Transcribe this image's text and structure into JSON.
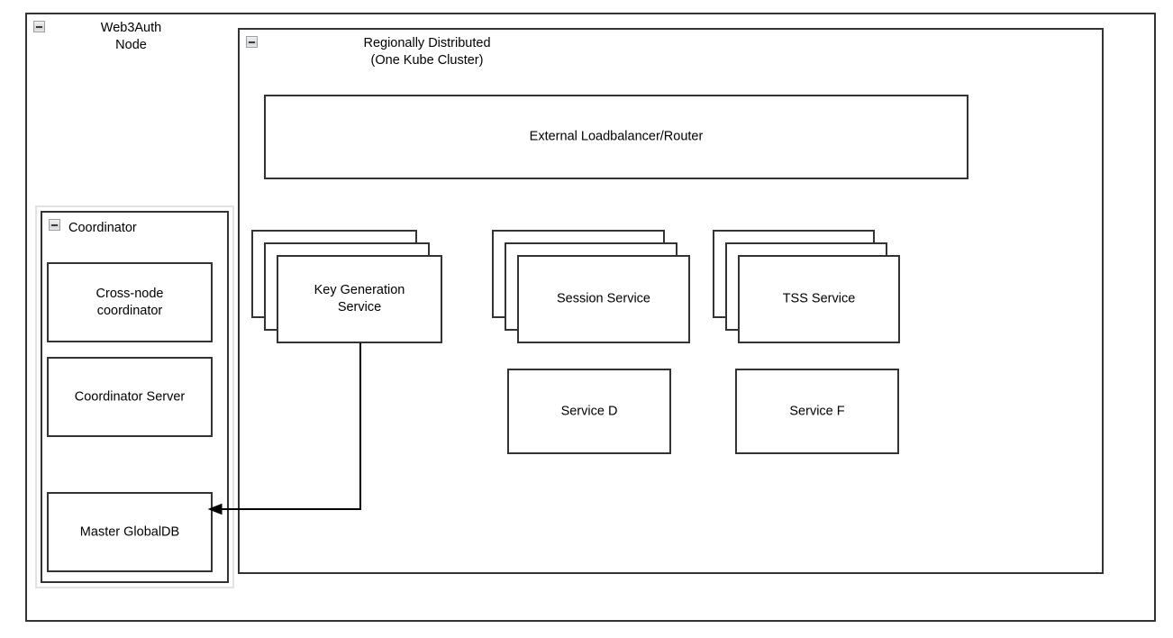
{
  "diagram": {
    "title_shapes": {
      "web3auth_node": "Web3Auth\nNode",
      "regionally_distributed": "Regionally Distributed\n(One Kube Cluster)",
      "coordinator": "Coordinator"
    },
    "icons": {
      "collapse": "minus-collapse-icon"
    },
    "colors": {
      "stroke": "#333333",
      "fill": "#ffffff",
      "group_shadow": "#e2e2e2",
      "text": "#000000"
    },
    "coordinator_boxes": [
      {
        "label": "Cross-node\ncoordinator"
      },
      {
        "label": "Coordinator Server"
      },
      {
        "label": "Master GlobalDB"
      }
    ],
    "cluster_boxes": {
      "loadbalancer": {
        "label": "External Loadbalancer/Router"
      },
      "stacked_services": [
        {
          "label": "Key Generation\nService"
        },
        {
          "label": "Session Service"
        },
        {
          "label": "TSS Service"
        }
      ],
      "plain_services": [
        {
          "label": "Service D"
        },
        {
          "label": "Service F"
        }
      ]
    },
    "connections": [
      {
        "from": "Key Generation Service",
        "to": "Master GlobalDB",
        "arrowhead": "single-left-arrow"
      }
    ]
  }
}
